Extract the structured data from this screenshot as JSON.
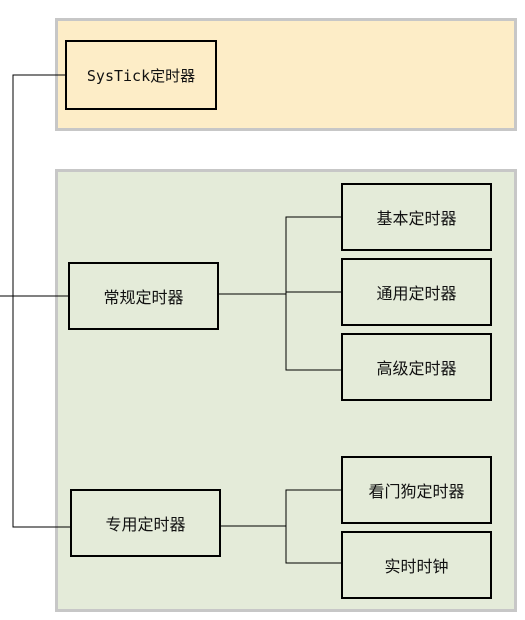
{
  "diagram": {
    "systick": "SysTick定时器",
    "general": "常规定时器",
    "special": "专用定时器",
    "basic": "基本定时器",
    "common": "通用定时器",
    "advanced": "高级定时器",
    "watchdog": "看门狗定时器",
    "rtc": "实时时钟"
  },
  "colors": {
    "top_panel_fill": "#fdedc7",
    "bottom_panel_fill": "#e4ebd9",
    "panel_border": "#c7c7c7",
    "node_border": "#000000"
  }
}
